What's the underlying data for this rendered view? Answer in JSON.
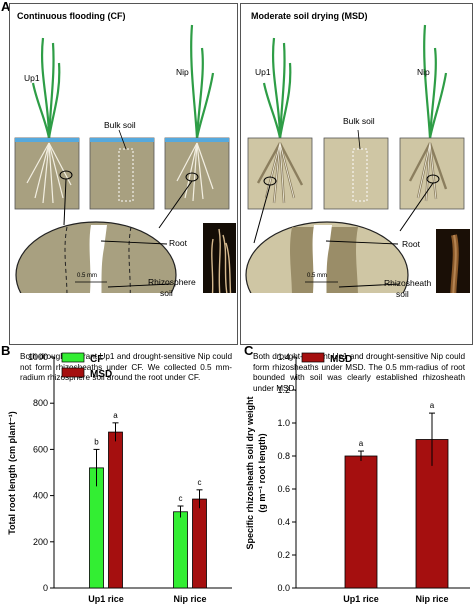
{
  "panels": {
    "A": {
      "letter": "A",
      "left": {
        "title": "Continuous flooding (CF)",
        "plant_left": "Up1",
        "plant_right": "Nip",
        "bulk_soil": "Bulk soil",
        "root": "Root",
        "scale": "0.5 mm",
        "zone_line1": "Rhizosphere",
        "zone_line2": "soil",
        "caption": "Both drought-tolerant Up1 and drought-sensitive Nip could not form rhizosheaths under CF. We collected 0.5 mm-radium rhizosphere soil around the root under CF."
      },
      "right": {
        "title": "Moderate soil drying (MSD)",
        "plant_left": "Up1",
        "plant_right": "Nip",
        "bulk_soil": "Bulk soil",
        "root": "Root",
        "scale": "0.5 mm",
        "zone_line1": "Rhizosheath",
        "zone_line2": "soil",
        "caption": "Both drought-tolerant Up1 and drought-sensitive Nip could form rhizosheaths under MSD. The 0.5 mm-radius of root bounded with soil was clearly established rhizosheath under MSD."
      }
    },
    "B": {
      "letter": "B"
    },
    "C": {
      "letter": "C"
    }
  },
  "colors": {
    "water": "#56a9dd",
    "cf_soil": "#a8a080",
    "msd_soil": "#cfc6a4",
    "leaf": "#2e9d46",
    "cf_bar": "#33ee33",
    "msd_bar": "#a50f0f"
  },
  "chart_data": [
    {
      "type": "bar",
      "panel": "B",
      "categories": [
        "Up1 rice",
        "Nip rice"
      ],
      "series": [
        {
          "name": "CF",
          "values": [
            520,
            330
          ],
          "errors": [
            80,
            25
          ],
          "letters": [
            "b",
            "c"
          ]
        },
        {
          "name": "MSD",
          "values": [
            675,
            385
          ],
          "errors": [
            40,
            40
          ],
          "letters": [
            "a",
            "c"
          ]
        }
      ],
      "ylabel": "Total root length (cm plant⁻¹)",
      "ylim": [
        0,
        1000
      ],
      "yticks": [
        0,
        200,
        400,
        600,
        800,
        1000
      ],
      "legend_position": "top-left"
    },
    {
      "type": "bar",
      "panel": "C",
      "categories": [
        "Up1 rice",
        "Nip rice"
      ],
      "series": [
        {
          "name": "MSD",
          "values": [
            0.8,
            0.9
          ],
          "errors": [
            0.03,
            0.16
          ],
          "letters": [
            "a",
            "a"
          ]
        }
      ],
      "ylabel_line1": "Specific rhizosheath soil dry weight",
      "ylabel_line2": "(g m⁻¹ root length)",
      "ylim": [
        0,
        1.4
      ],
      "yticks": [
        "0.0",
        "0.2",
        "0.4",
        "0.6",
        "0.8",
        "1.0",
        "1.2",
        "1.4"
      ],
      "legend_position": "top-left"
    }
  ]
}
